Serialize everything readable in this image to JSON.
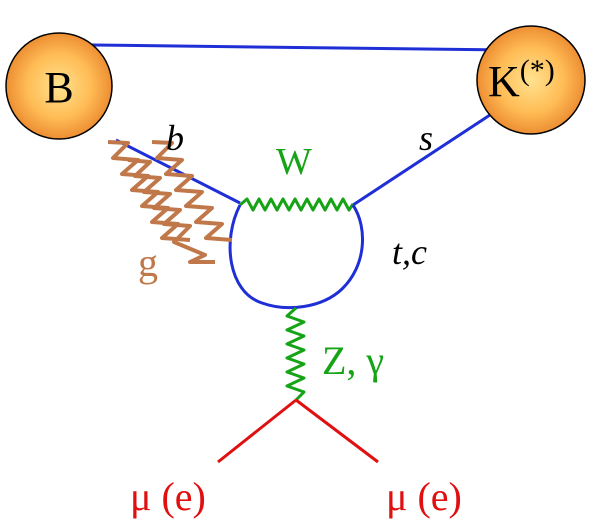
{
  "diagram": {
    "meson_left": "B",
    "meson_right_base": "K",
    "meson_right_sup": "(*)",
    "quark_in": "b",
    "quark_out": "s",
    "w_boson": "W",
    "loop_quarks": "t,c",
    "gluon": "g",
    "neutral_boson": "Z, γ",
    "lepton_left": "μ (e)",
    "lepton_right": "μ (e)"
  },
  "colors": {
    "quark_line": "#1f2fd6",
    "w_boson": "#16a316",
    "gluon": "#c0784a",
    "lepton_line": "#e01010",
    "meson_outer": "#e58a1e",
    "meson_inner": "#ffd278"
  }
}
